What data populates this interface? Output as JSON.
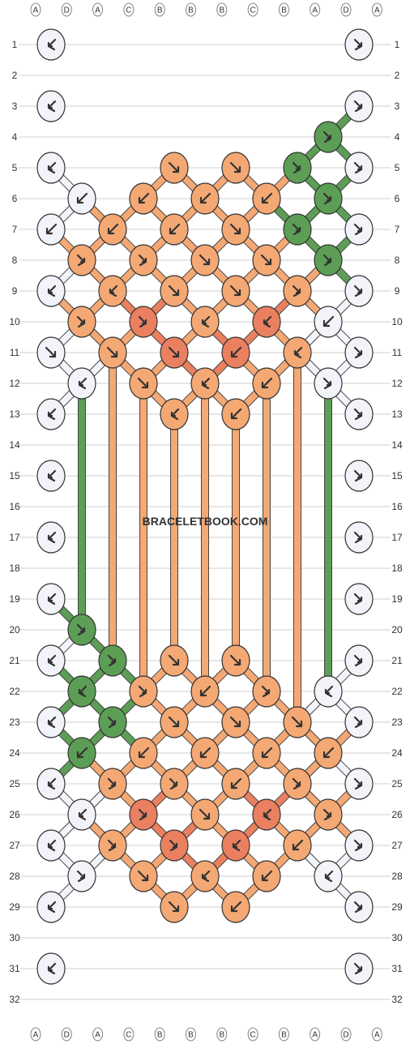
{
  "site": {
    "watermark": "BRACELETBOOK.COM"
  },
  "colors": {
    "A": "#f2f4fa",
    "B": "#f4a874",
    "C": "#ea8060",
    "D": "#5c9e55"
  },
  "strings_top": [
    "A",
    "D",
    "A",
    "C",
    "B",
    "B",
    "B",
    "C",
    "B",
    "A",
    "D",
    "A"
  ],
  "strings_bottom": [
    "A",
    "D",
    "A",
    "C",
    "B",
    "B",
    "B",
    "C",
    "B",
    "A",
    "D",
    "A"
  ],
  "rows": [
    "1",
    "2",
    "3",
    "4",
    "5",
    "6",
    "7",
    "8",
    "9",
    "10",
    "11",
    "12",
    "13",
    "14",
    "15",
    "16",
    "17",
    "18",
    "19",
    "20",
    "21",
    "22",
    "23",
    "24",
    "25",
    "26",
    "27",
    "28",
    "29",
    "30",
    "31",
    "32"
  ],
  "knots": [
    {
      "row": 1,
      "col": 0,
      "color": "A",
      "type": "bf"
    },
    {
      "row": 1,
      "col": 10,
      "color": "A",
      "type": "fb"
    },
    {
      "row": 3,
      "col": 0,
      "color": "A",
      "type": "bf"
    },
    {
      "row": 3,
      "col": 10,
      "color": "A",
      "type": "fb"
    },
    {
      "row": 4,
      "col": 9,
      "color": "D",
      "type": "fb"
    },
    {
      "row": 5,
      "col": 0,
      "color": "A",
      "type": "bf"
    },
    {
      "row": 5,
      "col": 4,
      "color": "B",
      "type": "f"
    },
    {
      "row": 5,
      "col": 6,
      "color": "B",
      "type": "f"
    },
    {
      "row": 5,
      "col": 8,
      "color": "D",
      "type": "fb"
    },
    {
      "row": 5,
      "col": 10,
      "color": "A",
      "type": "fb"
    },
    {
      "row": 6,
      "col": 1,
      "color": "A",
      "type": "b"
    },
    {
      "row": 6,
      "col": 3,
      "color": "B",
      "type": "b"
    },
    {
      "row": 6,
      "col": 5,
      "color": "B",
      "type": "b"
    },
    {
      "row": 6,
      "col": 7,
      "color": "B",
      "type": "b"
    },
    {
      "row": 6,
      "col": 9,
      "color": "D",
      "type": "fb"
    },
    {
      "row": 7,
      "col": 0,
      "color": "A",
      "type": "b"
    },
    {
      "row": 7,
      "col": 2,
      "color": "B",
      "type": "b"
    },
    {
      "row": 7,
      "col": 4,
      "color": "B",
      "type": "b"
    },
    {
      "row": 7,
      "col": 6,
      "color": "B",
      "type": "f"
    },
    {
      "row": 7,
      "col": 8,
      "color": "D",
      "type": "fb"
    },
    {
      "row": 7,
      "col": 10,
      "color": "A",
      "type": "fb"
    },
    {
      "row": 8,
      "col": 1,
      "color": "B",
      "type": "fb"
    },
    {
      "row": 8,
      "col": 3,
      "color": "B",
      "type": "fb"
    },
    {
      "row": 8,
      "col": 5,
      "color": "B",
      "type": "f"
    },
    {
      "row": 8,
      "col": 7,
      "color": "B",
      "type": "f"
    },
    {
      "row": 8,
      "col": 9,
      "color": "D",
      "type": "fb"
    },
    {
      "row": 9,
      "col": 0,
      "color": "A",
      "type": "bf"
    },
    {
      "row": 9,
      "col": 2,
      "color": "B",
      "type": "bf"
    },
    {
      "row": 9,
      "col": 4,
      "color": "B",
      "type": "f"
    },
    {
      "row": 9,
      "col": 6,
      "color": "B",
      "type": "f"
    },
    {
      "row": 9,
      "col": 8,
      "color": "B",
      "type": "fb"
    },
    {
      "row": 9,
      "col": 10,
      "color": "A",
      "type": "fb"
    },
    {
      "row": 10,
      "col": 1,
      "color": "B",
      "type": "fb"
    },
    {
      "row": 10,
      "col": 3,
      "color": "C",
      "type": "fb"
    },
    {
      "row": 10,
      "col": 5,
      "color": "B",
      "type": "bf"
    },
    {
      "row": 10,
      "col": 7,
      "color": "C",
      "type": "bf"
    },
    {
      "row": 10,
      "col": 9,
      "color": "A",
      "type": "b"
    },
    {
      "row": 11,
      "col": 0,
      "color": "A",
      "type": "f"
    },
    {
      "row": 11,
      "col": 2,
      "color": "B",
      "type": "f"
    },
    {
      "row": 11,
      "col": 4,
      "color": "C",
      "type": "f"
    },
    {
      "row": 11,
      "col": 6,
      "color": "C",
      "type": "b"
    },
    {
      "row": 11,
      "col": 8,
      "color": "B",
      "type": "bf"
    },
    {
      "row": 11,
      "col": 10,
      "color": "A",
      "type": "fb"
    },
    {
      "row": 12,
      "col": 1,
      "color": "A",
      "type": "bf"
    },
    {
      "row": 12,
      "col": 3,
      "color": "B",
      "type": "f"
    },
    {
      "row": 12,
      "col": 5,
      "color": "B",
      "type": "bf"
    },
    {
      "row": 12,
      "col": 7,
      "color": "B",
      "type": "b"
    },
    {
      "row": 12,
      "col": 9,
      "color": "A",
      "type": "fb"
    },
    {
      "row": 13,
      "col": 0,
      "color": "A",
      "type": "bf"
    },
    {
      "row": 13,
      "col": 4,
      "color": "B",
      "type": "bf"
    },
    {
      "row": 13,
      "col": 6,
      "color": "B",
      "type": "b"
    },
    {
      "row": 13,
      "col": 10,
      "color": "A",
      "type": "fb"
    },
    {
      "row": 15,
      "col": 0,
      "color": "A",
      "type": "bf"
    },
    {
      "row": 15,
      "col": 10,
      "color": "A",
      "type": "fb"
    },
    {
      "row": 17,
      "col": 0,
      "color": "A",
      "type": "bf"
    },
    {
      "row": 17,
      "col": 10,
      "color": "A",
      "type": "fb"
    },
    {
      "row": 19,
      "col": 0,
      "color": "A",
      "type": "bf"
    },
    {
      "row": 19,
      "col": 10,
      "color": "A",
      "type": "fb"
    },
    {
      "row": 20,
      "col": 1,
      "color": "D",
      "type": "fb"
    },
    {
      "row": 21,
      "col": 0,
      "color": "A",
      "type": "bf"
    },
    {
      "row": 21,
      "col": 2,
      "color": "D",
      "type": "fb"
    },
    {
      "row": 21,
      "col": 4,
      "color": "B",
      "type": "f"
    },
    {
      "row": 21,
      "col": 6,
      "color": "B",
      "type": "f"
    },
    {
      "row": 21,
      "col": 10,
      "color": "A",
      "type": "fb"
    },
    {
      "row": 22,
      "col": 1,
      "color": "D",
      "type": "bf"
    },
    {
      "row": 22,
      "col": 3,
      "color": "B",
      "type": "fb"
    },
    {
      "row": 22,
      "col": 5,
      "color": "B",
      "type": "b"
    },
    {
      "row": 22,
      "col": 7,
      "color": "B",
      "type": "fb"
    },
    {
      "row": 22,
      "col": 9,
      "color": "A",
      "type": "bf"
    },
    {
      "row": 23,
      "col": 0,
      "color": "A",
      "type": "bf"
    },
    {
      "row": 23,
      "col": 2,
      "color": "D",
      "type": "fb"
    },
    {
      "row": 23,
      "col": 4,
      "color": "B",
      "type": "f"
    },
    {
      "row": 23,
      "col": 6,
      "color": "B",
      "type": "f"
    },
    {
      "row": 23,
      "col": 8,
      "color": "B",
      "type": "f"
    },
    {
      "row": 23,
      "col": 10,
      "color": "A",
      "type": "fb"
    },
    {
      "row": 24,
      "col": 1,
      "color": "D",
      "type": "b"
    },
    {
      "row": 24,
      "col": 3,
      "color": "B",
      "type": "b"
    },
    {
      "row": 24,
      "col": 5,
      "color": "B",
      "type": "b"
    },
    {
      "row": 24,
      "col": 7,
      "color": "B",
      "type": "b"
    },
    {
      "row": 24,
      "col": 9,
      "color": "B",
      "type": "b"
    },
    {
      "row": 25,
      "col": 0,
      "color": "A",
      "type": "bf"
    },
    {
      "row": 25,
      "col": 2,
      "color": "B",
      "type": "fb"
    },
    {
      "row": 25,
      "col": 4,
      "color": "B",
      "type": "fb"
    },
    {
      "row": 25,
      "col": 6,
      "color": "B",
      "type": "b"
    },
    {
      "row": 25,
      "col": 8,
      "color": "B",
      "type": "fb"
    },
    {
      "row": 25,
      "col": 10,
      "color": "A",
      "type": "fb"
    },
    {
      "row": 26,
      "col": 1,
      "color": "A",
      "type": "bf"
    },
    {
      "row": 26,
      "col": 3,
      "color": "C",
      "type": "fb"
    },
    {
      "row": 26,
      "col": 5,
      "color": "B",
      "type": "f"
    },
    {
      "row": 26,
      "col": 7,
      "color": "C",
      "type": "bf"
    },
    {
      "row": 26,
      "col": 9,
      "color": "B",
      "type": "fb"
    },
    {
      "row": 27,
      "col": 0,
      "color": "A",
      "type": "bf"
    },
    {
      "row": 27,
      "col": 2,
      "color": "B",
      "type": "fb"
    },
    {
      "row": 27,
      "col": 4,
      "color": "C",
      "type": "fb"
    },
    {
      "row": 27,
      "col": 6,
      "color": "C",
      "type": "bf"
    },
    {
      "row": 27,
      "col": 8,
      "color": "B",
      "type": "b"
    },
    {
      "row": 27,
      "col": 10,
      "color": "A",
      "type": "fb"
    },
    {
      "row": 28,
      "col": 1,
      "color": "A",
      "type": "fb"
    },
    {
      "row": 28,
      "col": 3,
      "color": "B",
      "type": "f"
    },
    {
      "row": 28,
      "col": 5,
      "color": "B",
      "type": "bf"
    },
    {
      "row": 28,
      "col": 7,
      "color": "B",
      "type": "b"
    },
    {
      "row": 28,
      "col": 9,
      "color": "A",
      "type": "bf"
    },
    {
      "row": 29,
      "col": 0,
      "color": "A",
      "type": "bf"
    },
    {
      "row": 29,
      "col": 4,
      "color": "B",
      "type": "f"
    },
    {
      "row": 29,
      "col": 6,
      "color": "B",
      "type": "b"
    },
    {
      "row": 29,
      "col": 10,
      "color": "A",
      "type": "fb"
    },
    {
      "row": 31,
      "col": 0,
      "color": "A",
      "type": "bf"
    },
    {
      "row": 31,
      "col": 10,
      "color": "A",
      "type": "fb"
    }
  ]
}
